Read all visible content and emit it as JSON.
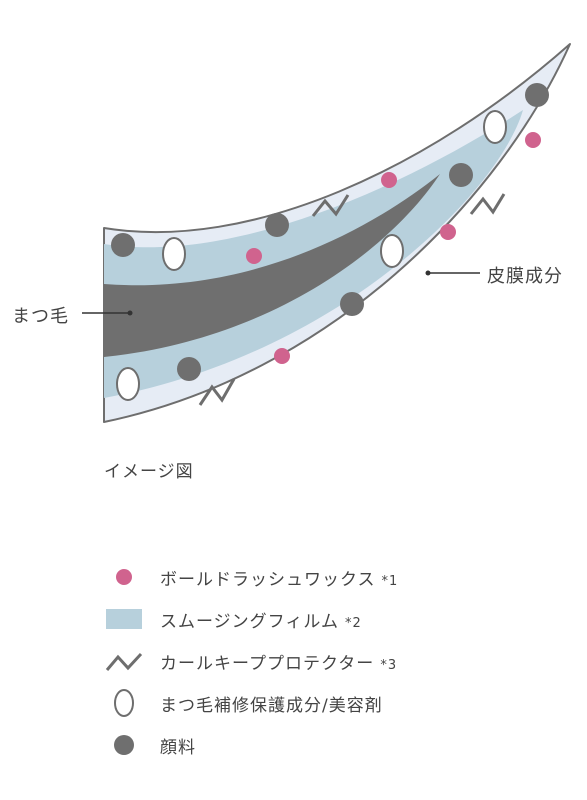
{
  "labels": {
    "eyelash": "まつ毛",
    "film": "皮膜成分",
    "caption": "イメージ図"
  },
  "legend": [
    {
      "text": "ボールドラッシュワックス",
      "note": "*1",
      "icon": "pink-dot-icon"
    },
    {
      "text": "スムージングフィルム",
      "note": "*2",
      "icon": "film-swatch-icon"
    },
    {
      "text": "カールキーププロテクター",
      "note": "*3",
      "icon": "zigzag-icon"
    },
    {
      "text": "まつ毛補修保護成分/美容剤",
      "note": "",
      "icon": "white-oval-icon"
    },
    {
      "text": "顔料",
      "note": "",
      "icon": "gray-dot-icon"
    }
  ],
  "colors": {
    "outline": "#6e6e6e",
    "outer_coat": "#e6ecf5",
    "film": "#b7d0dc",
    "lash": "#6f6f6f",
    "pink": "#d0638e",
    "pigment": "#6f6f6f",
    "white": "#ffffff"
  }
}
